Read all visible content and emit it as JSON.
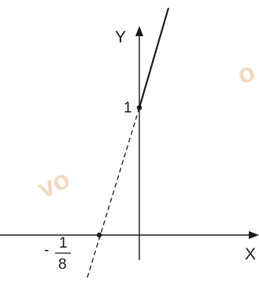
{
  "axes": {
    "x_label": "X",
    "y_label": "Y"
  },
  "labels": {
    "y_intercept": "1",
    "x_intercept_sign": "-",
    "x_intercept_numerator": "1",
    "x_intercept_denominator": "8"
  },
  "graph": {
    "y_intercept": 1,
    "x_intercept": -0.125
  },
  "watermark": {
    "left_text": "vo",
    "right_text": "o",
    "color": "#f2d9bf"
  },
  "colors": {
    "ink": "#1a1a1a",
    "background": "#ffffff"
  }
}
